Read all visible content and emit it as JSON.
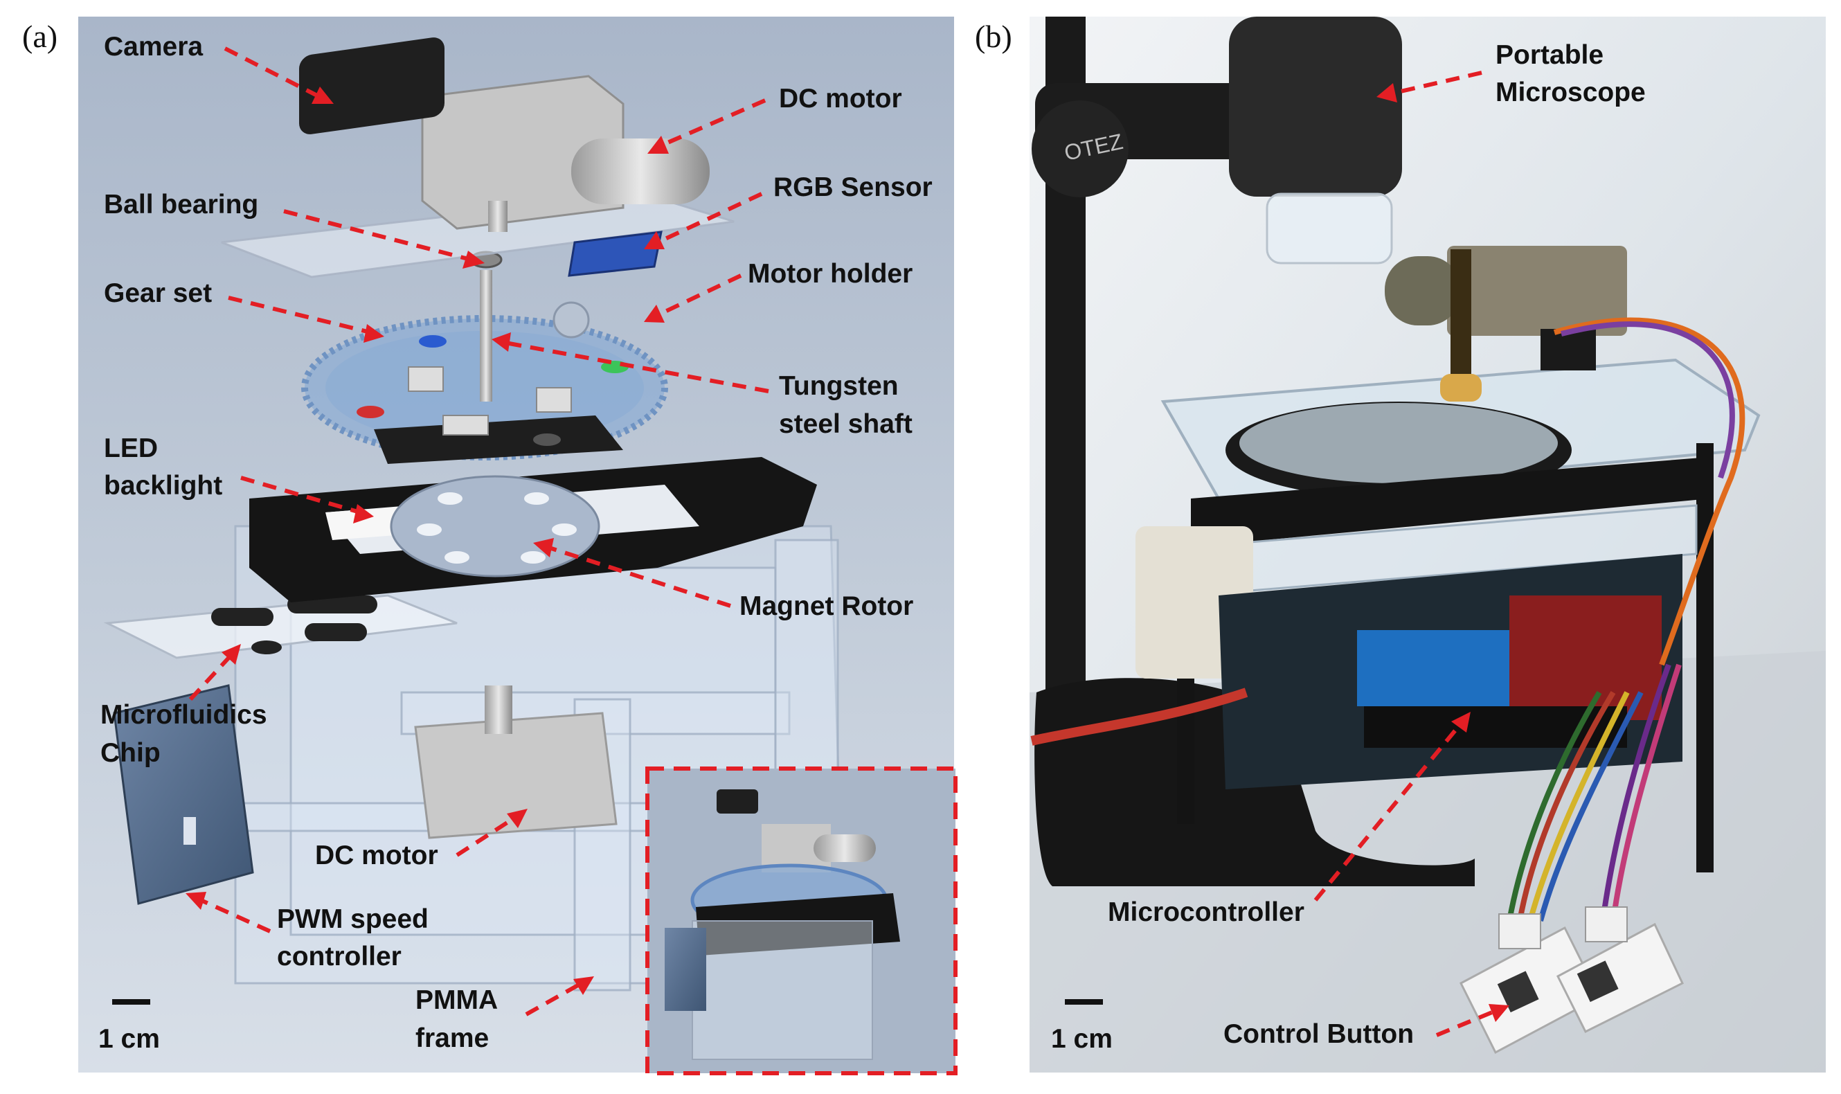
{
  "panels": {
    "a": {
      "letter": "(a)",
      "labels": {
        "camera": "Camera",
        "dc_motor_top": "DC motor",
        "ball_bearing": "Ball bearing",
        "rgb_sensor": "RGB Sensor",
        "gear_set": "Gear set",
        "motor_holder": "Motor holder",
        "tungsten_line1": "Tungsten",
        "tungsten_line2": "steel shaft",
        "led_line1": "LED",
        "led_line2": "backlight",
        "magnet_rotor": "Magnet Rotor",
        "chip_line1": "Microfluidics",
        "chip_line2": "Chip",
        "dc_motor_bottom": "DC motor",
        "pwm_line1": "PWM speed",
        "pwm_line2": "controller",
        "pmma_line1": "PMMA",
        "pmma_line2": "frame",
        "scale": "1 cm"
      }
    },
    "b": {
      "letter": "(b)",
      "labels": {
        "microscope_line1": "Portable",
        "microscope_line2": "Microscope",
        "microcontroller": "Microcontroller",
        "control_button": "Control Button",
        "scale": "1 cm",
        "microscope_mark": "OTEZ"
      }
    }
  },
  "colors": {
    "arrow": "#e31e24",
    "render_background": "#9eabc0",
    "photo_background": "#dfe6ec",
    "acrylic_black": "#151515",
    "gear_blue": "#7fa6d4"
  }
}
